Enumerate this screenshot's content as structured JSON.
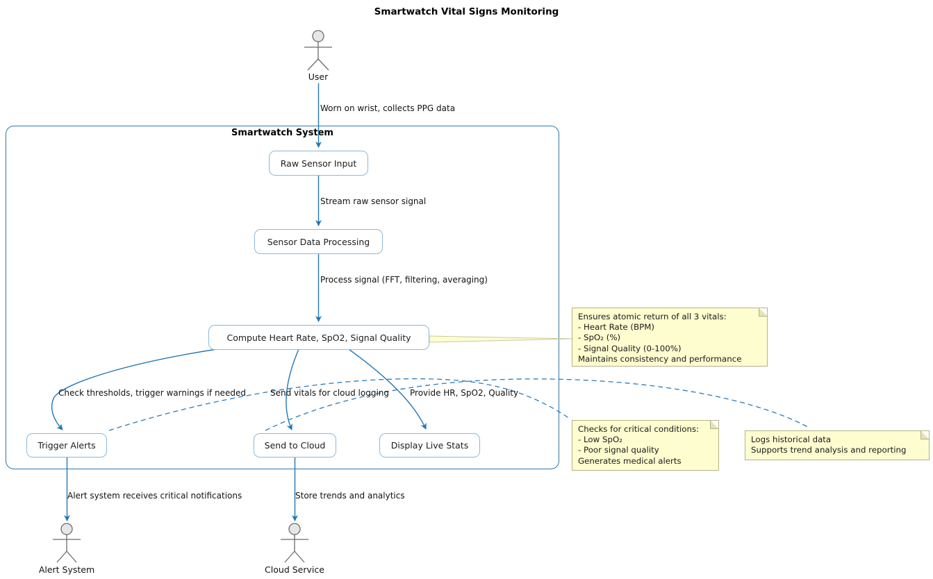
{
  "title": "Smartwatch Vital Signs Monitoring",
  "boundary": {
    "label": "Smartwatch System"
  },
  "actors": {
    "user": {
      "label": "User"
    },
    "alert": {
      "label": "Alert System"
    },
    "cloud": {
      "label": "Cloud Service"
    }
  },
  "nodes": {
    "raw": {
      "label": "Raw Sensor Input"
    },
    "processing": {
      "label": "Sensor Data Processing"
    },
    "compute": {
      "label": "Compute Heart Rate, SpO2, Signal Quality"
    },
    "alerts": {
      "label": "Trigger Alerts"
    },
    "cloud": {
      "label": "Send to Cloud"
    },
    "display": {
      "label": "Display Live Stats"
    }
  },
  "edges": {
    "worn": {
      "label": "Worn on wrist, collects PPG data"
    },
    "stream": {
      "label": "Stream raw sensor signal"
    },
    "process": {
      "label": "Process signal (FFT, filtering, averaging)"
    },
    "check": {
      "label": "Check thresholds, trigger warnings if needed"
    },
    "send": {
      "label": "Send vitals for cloud logging"
    },
    "provide": {
      "label": "Provide HR, SpO2, Quality"
    },
    "notify": {
      "label": "Alert system receives critical notifications"
    },
    "store": {
      "label": "Store trends and analytics"
    }
  },
  "notes": {
    "atomic": {
      "lines": [
        "Ensures atomic return of all 3 vitals:",
        "- Heart Rate (BPM)",
        "- SpO₂ (%)",
        "- Signal Quality (0-100%)",
        "Maintains consistency and performance"
      ]
    },
    "critical": {
      "lines": [
        "Checks for critical conditions:",
        "- Low SpO₂",
        "- Poor signal quality",
        "Generates medical alerts"
      ]
    },
    "logs": {
      "lines": [
        "Logs historical data",
        "Supports trend analysis and reporting"
      ]
    }
  },
  "colors": {
    "arrow": "#2277b4",
    "node_border": "#8cb8d8",
    "boundary_border": "#2f76ad",
    "note_bg": "#fdfdd0",
    "note_border": "#b2b28a",
    "actor_stroke": "#6b6b6b"
  }
}
